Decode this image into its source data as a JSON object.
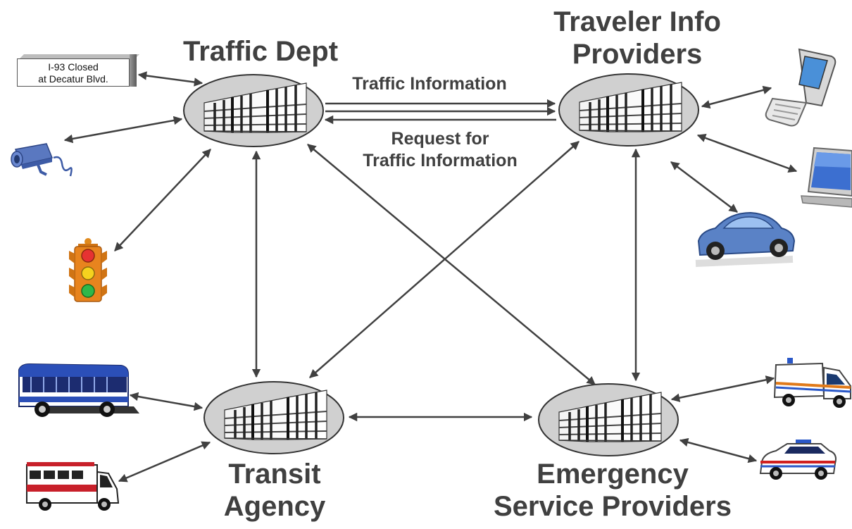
{
  "nodes": {
    "traffic_dept": {
      "title": "Traffic Dept"
    },
    "traveler_info": {
      "title_line1": "Traveler Info",
      "title_line2": "Providers"
    },
    "transit": {
      "title_line1": "Transit",
      "title_line2": "Agency"
    },
    "emergency": {
      "title_line1": "Emergency",
      "title_line2": "Service Providers"
    }
  },
  "flows": {
    "forward_label": "Traffic Information",
    "request_label_line1": "Request for",
    "request_label_line2": "Traffic Information"
  },
  "sign": {
    "line1": "I-93 Closed",
    "line2": "at Decatur Blvd."
  },
  "icons": {
    "devices": [
      "camera-icon",
      "traffic-light-icon",
      "bus-icon",
      "shuttle-van-icon",
      "cell-phone-icon",
      "laptop-icon",
      "car-icon",
      "ambulance-icon",
      "police-car-icon"
    ]
  },
  "colors": {
    "text": "#404040",
    "arrow": "#404040",
    "ellipse_fill": "#d0d0d0"
  }
}
